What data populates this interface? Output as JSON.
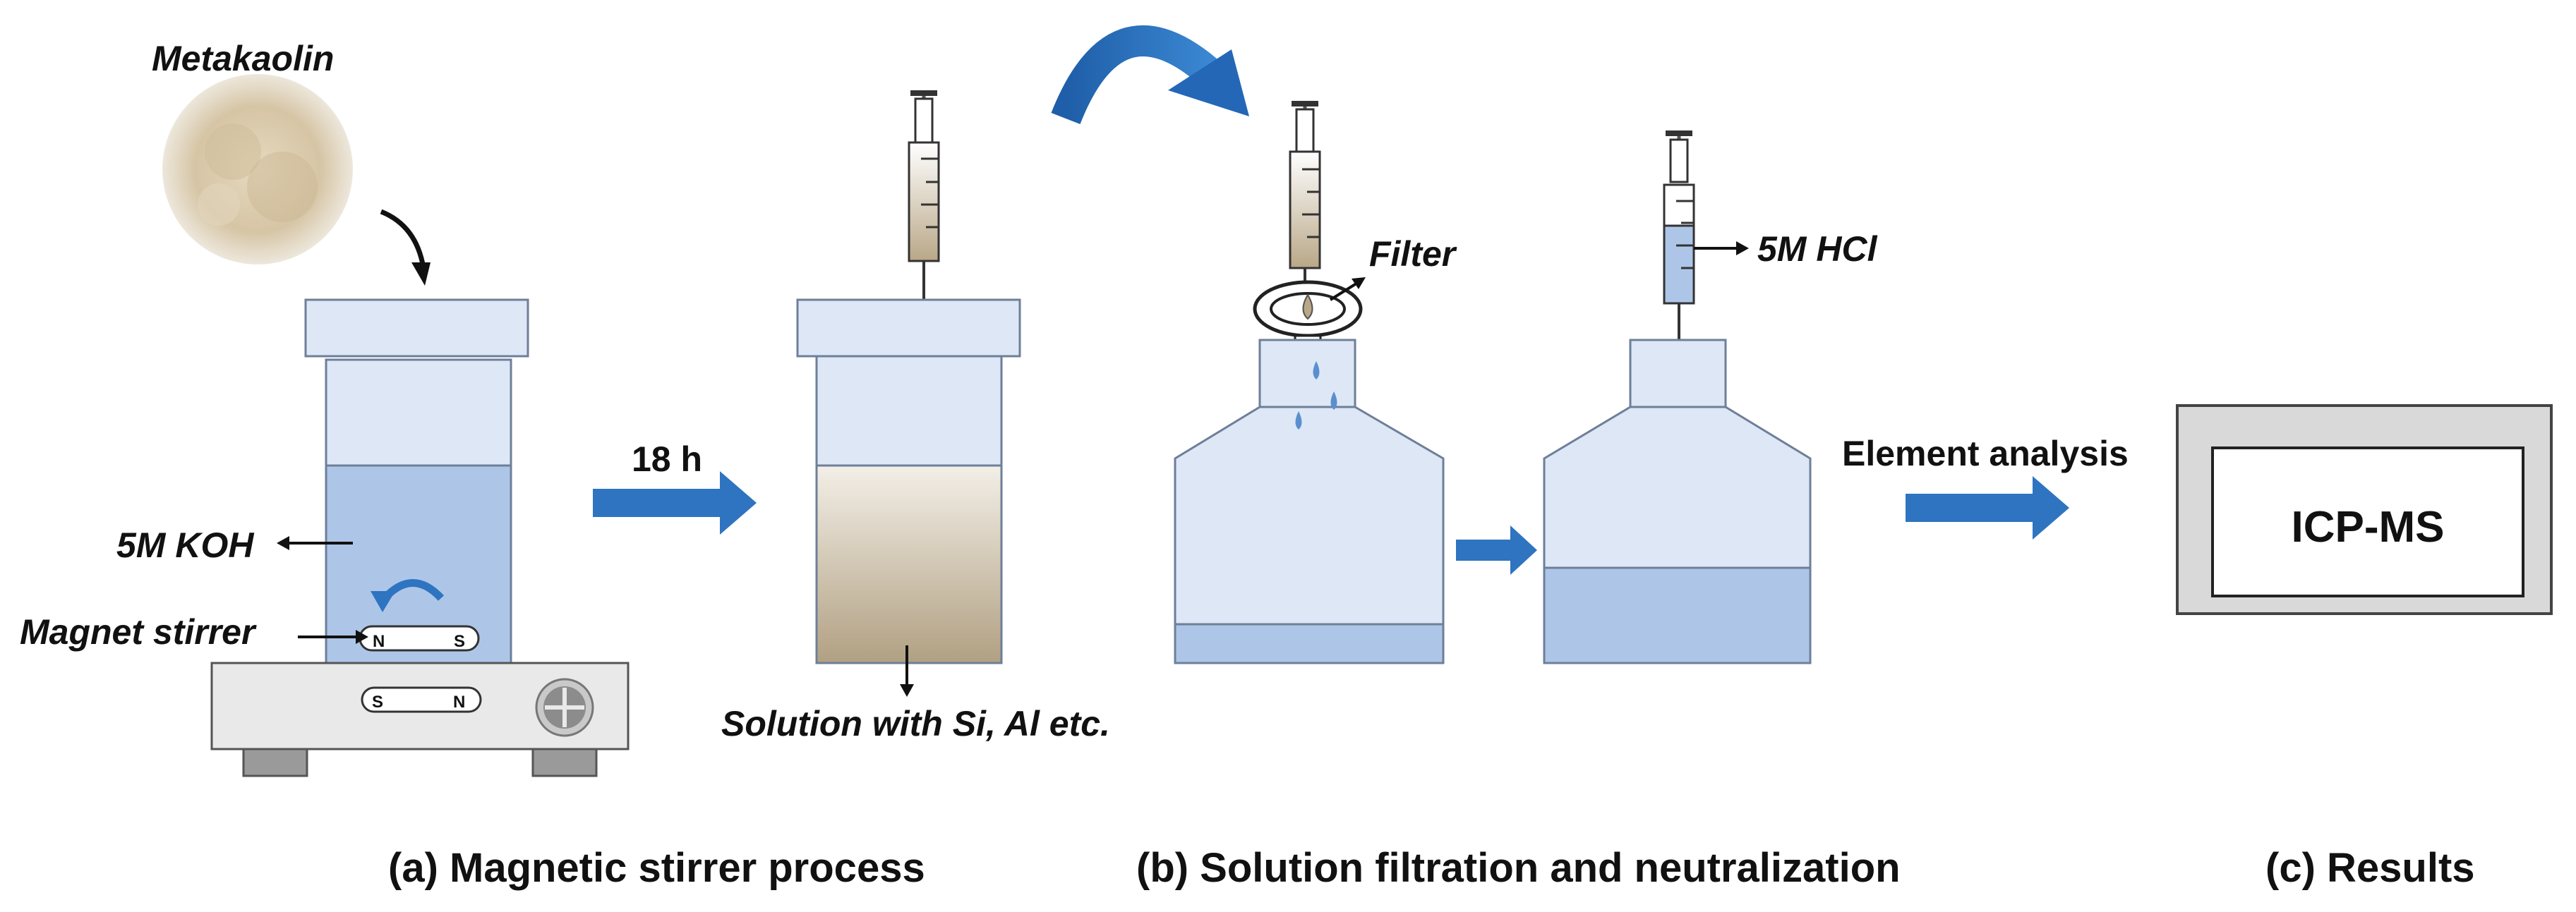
{
  "labels": {
    "metakaolin": "Metakaolin",
    "koh": "5M KOH",
    "magnet_stirrer": "Magnet stirrer",
    "time": "18 h",
    "solution": "Solution with Si, Al etc.",
    "filter": "Filter",
    "hcl": "5M HCl",
    "element_analysis": "Element analysis",
    "icpms": "ICP-MS",
    "magnet_n": "N",
    "magnet_s": "S"
  },
  "captions": {
    "a": "(a) Magnetic stirrer process",
    "b": "(b) Solution filtration and neutralization",
    "c": "(c) Results"
  },
  "colors": {
    "container_fill": "#dde7f6",
    "container_stroke": "#6e7f99",
    "liquid_koh": "#adc6e8",
    "liquid_solution_top": "#f1ece3",
    "liquid_solution_bottom": "#b3a386",
    "arrow_blue": "#2e74c0",
    "stirrer_base": "#e9e9e9",
    "powder": "#d9c9ab"
  }
}
